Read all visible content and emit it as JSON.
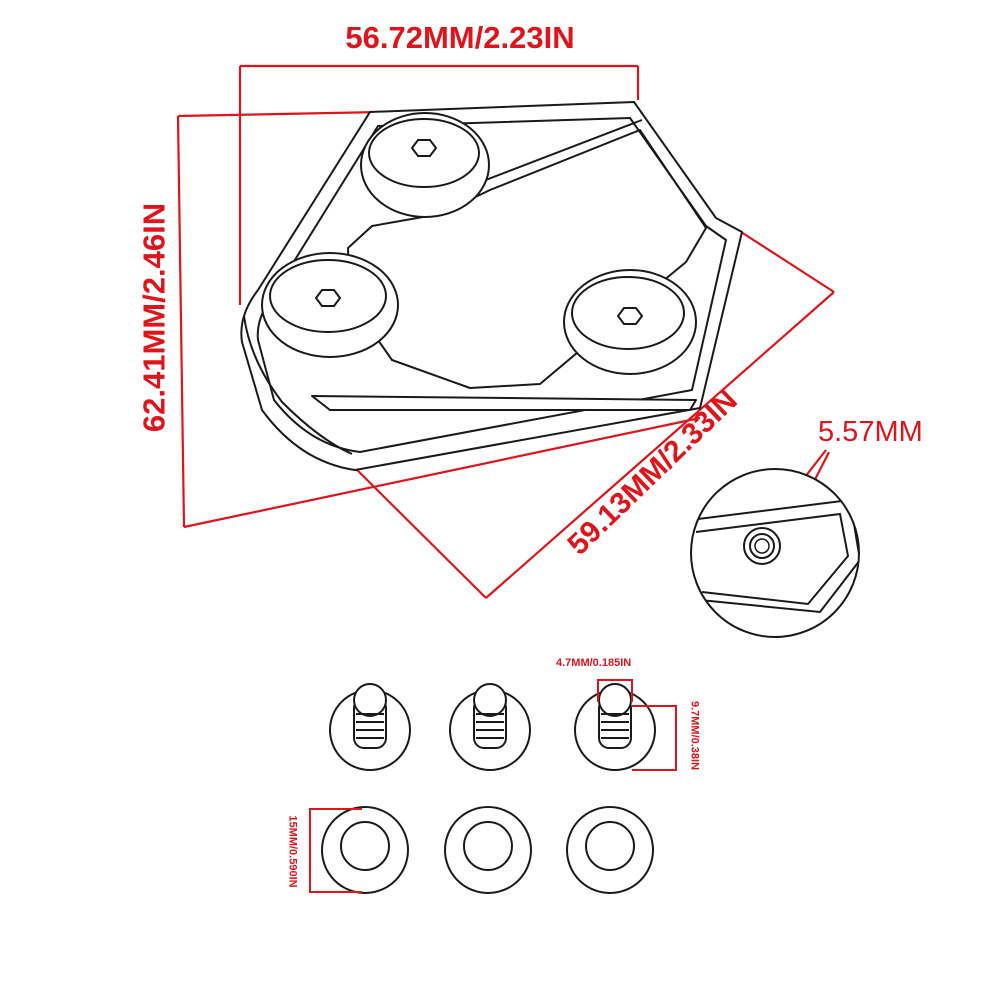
{
  "dimensions": {
    "width": "56.72MM/2.23IN",
    "height": "62.41MM/2.46IN",
    "diagonal": "59.13MM/2.33IN",
    "hole": "5.57MM",
    "bolt_diameter": "4.7MM/0.185IN",
    "bolt_length": "9.7MM/0.38IN",
    "washer_diameter": "15MM/0.590IN"
  },
  "colors": {
    "dimension": "#e0141b",
    "outline": "#1a1a1a",
    "background": "#ffffff"
  },
  "parts": {
    "bolts": 3,
    "washers": 3
  }
}
